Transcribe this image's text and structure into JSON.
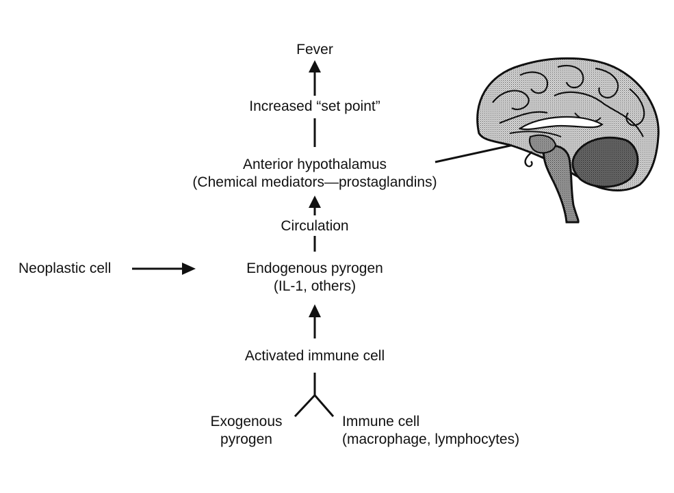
{
  "diagram": {
    "nodes": {
      "fever": {
        "label": "Fever"
      },
      "set_point": {
        "label": "Increased “set point”"
      },
      "hypothalamus": {
        "line1": "Anterior hypothalamus",
        "line2": "(Chemical mediators—prostaglandins)"
      },
      "circulation": {
        "label": "Circulation"
      },
      "endogenous": {
        "line1": "Endogenous pyrogen",
        "line2": "(IL-1, others)"
      },
      "neoplastic": {
        "label": "Neoplastic cell"
      },
      "activated": {
        "label": "Activated immune cell"
      },
      "exogenous": {
        "line1": "Exogenous",
        "line2": "pyrogen"
      },
      "immune_cell": {
        "line1": "Immune cell",
        "line2": "(macrophage, lymphocytes)"
      }
    },
    "edges": [
      {
        "from": "exogenous",
        "to": "activated"
      },
      {
        "from": "immune_cell",
        "to": "activated"
      },
      {
        "from": "activated",
        "to": "endogenous"
      },
      {
        "from": "neoplastic",
        "to": "endogenous"
      },
      {
        "from": "endogenous",
        "to": "circulation"
      },
      {
        "from": "circulation",
        "to": "hypothalamus"
      },
      {
        "from": "hypothalamus",
        "to": "set_point"
      },
      {
        "from": "set_point",
        "to": "fever"
      },
      {
        "from": "hypothalamus",
        "to": "brain-illustration"
      }
    ],
    "illustration": "brain-sagittal-section-icon",
    "colors": {
      "ink": "#111111",
      "cortex_fill": "#bdbdbd",
      "cerebellum_fill": "#555555",
      "brainstem_fill": "#8a8a8a"
    }
  }
}
